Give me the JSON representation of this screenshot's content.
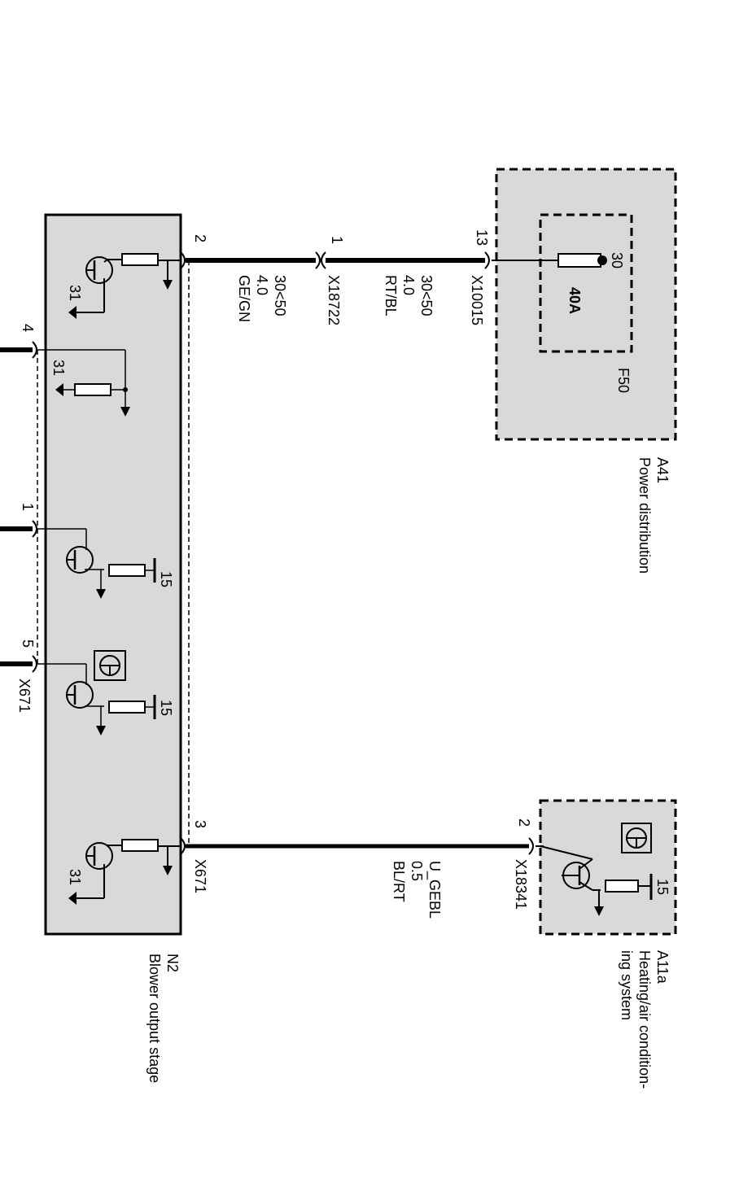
{
  "colors": {
    "module_fill": "#d9d9d9",
    "wire": "#000000",
    "background": "#ffffff"
  },
  "modules": {
    "a41": {
      "id": "A41",
      "name": "Power distribution",
      "fuse_id": "F50",
      "fuse_rating": "40A",
      "fuse_terminal": "30"
    },
    "a11a": {
      "id": "A11a",
      "name_line1": "Heating/air condition-",
      "name_line2": "ing system",
      "supply": "15"
    },
    "n2": {
      "id": "N2",
      "name": "Blower output stage",
      "ground_a": "31",
      "ground_b": "31",
      "ground_c": "31",
      "supply_a": "15",
      "supply_b": "15"
    }
  },
  "connectors": {
    "x10015": {
      "id": "X10015",
      "pin": "13"
    },
    "x18722": {
      "id": "X18722",
      "pin": "1"
    },
    "x18341": {
      "id": "X18341",
      "pin": "2"
    },
    "x671_top": {
      "id": "X671",
      "pin": "2"
    },
    "x671_bottom": {
      "id": "X671",
      "pin": "3"
    },
    "x671_left": {
      "id": "X671",
      "pins": [
        "4",
        "1",
        "5"
      ]
    }
  },
  "wires": {
    "supply_a": {
      "signal": "30<50",
      "gauge": "4.0",
      "color": "RT/BL"
    },
    "supply_b": {
      "signal": "30<50",
      "gauge": "4.0",
      "color": "GE/GN"
    },
    "control": {
      "signal": "U_GEBL",
      "gauge": "0.5",
      "color": "BL/RT"
    }
  }
}
